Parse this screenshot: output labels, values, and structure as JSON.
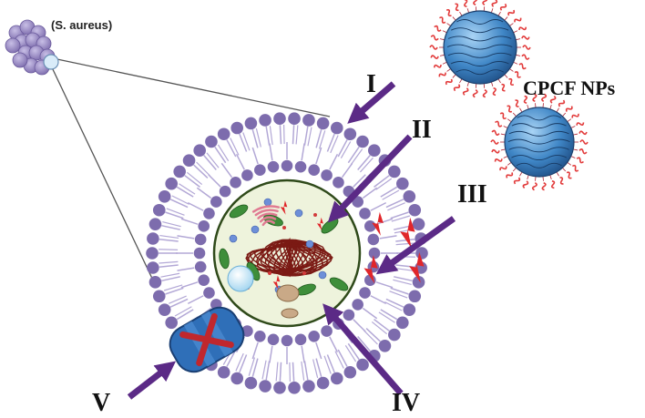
{
  "bacteria_label": "(S. aureus)",
  "nanoparticle_label": "CPCF NPs",
  "mechanism_labels": [
    "I",
    "II",
    "III",
    "IV",
    "V"
  ],
  "colors": {
    "membrane_head": "#7d6cad",
    "membrane_tail": "#b3a8d6",
    "cytoplasm": "#eef3dc",
    "nucleoid": "#7b1a14",
    "arrow": "#5b2a86",
    "ros_bolt": "#e0262a",
    "np_core": "#3f86c6",
    "np_shell": "#e23b3b",
    "efflux_pump": "#2f6fb8",
    "block_cross": "#c0272d"
  },
  "icons": [
    "staph-cluster-icon",
    "lightning-bolt-icon",
    "efflux-pump-icon",
    "cross-mark-icon"
  ]
}
